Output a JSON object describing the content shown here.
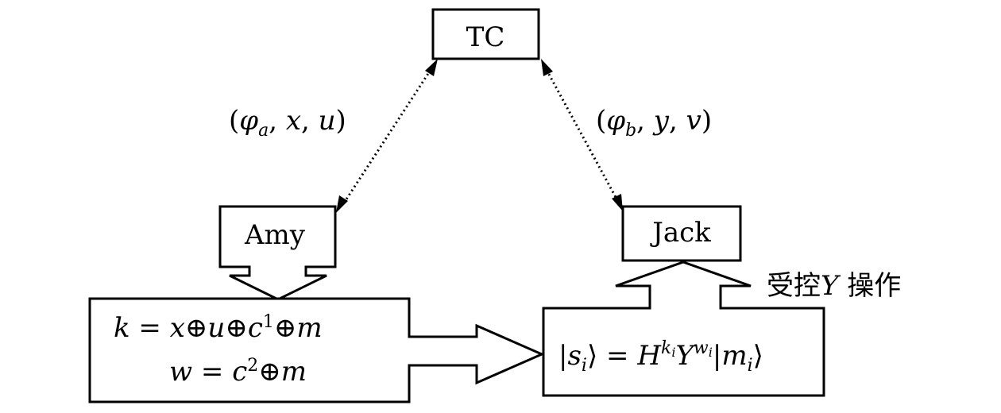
{
  "nodes": {
    "tc": "TC",
    "amy": "Amy",
    "jack": "Jack"
  },
  "links": {
    "amy_params": "(φa, x, u)",
    "jack_params": "(φb, y, v)"
  },
  "amy_computation": {
    "line1": "k = x⊕u⊕c1⊕m",
    "line2": "w = c2⊕m"
  },
  "jack_result": "|si⟩ = HkiYwi|mi⟩",
  "controlled_op_label": "受控Y 操作"
}
